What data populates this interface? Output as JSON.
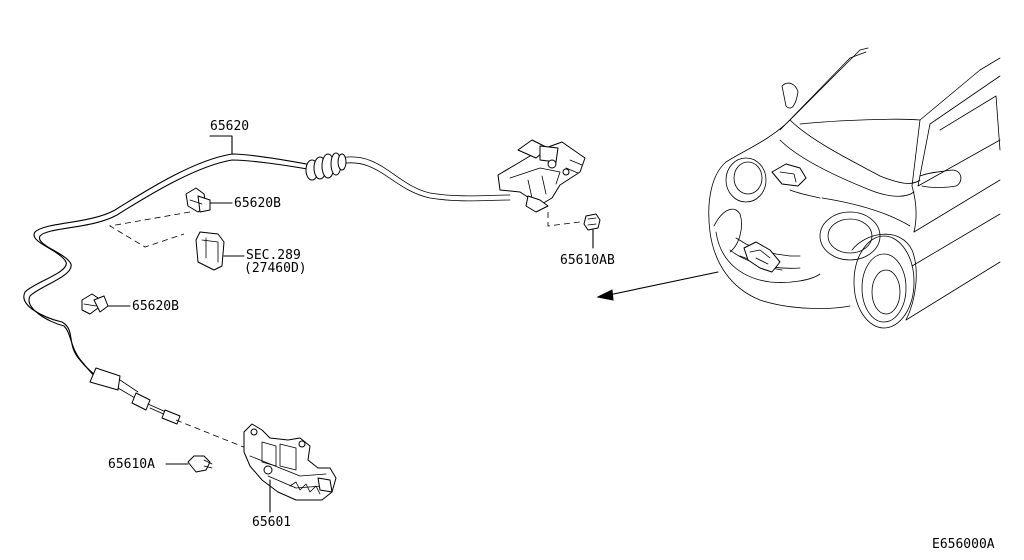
{
  "labels": {
    "cable": "65620",
    "clip_upper": "65620B",
    "clip_lower": "65620B",
    "section_ref": "SEC.289",
    "section_sub": "(27460D)",
    "bolt_handle": "65610AB",
    "bolt_lock": "65610A",
    "lock_assembly": "65601",
    "drawing_code": "E656000A"
  }
}
